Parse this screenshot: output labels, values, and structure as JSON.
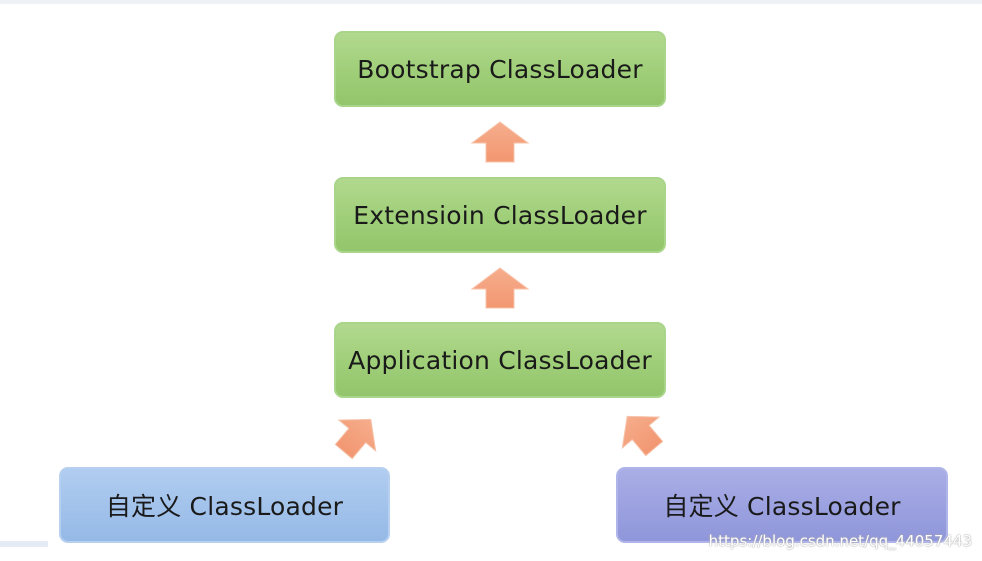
{
  "diagram": {
    "nodes": {
      "bootstrap": "Bootstrap ClassLoader",
      "extension": "Extensioin ClassLoader",
      "application": "Application ClassLoader",
      "custom_left": "自定义 ClassLoader",
      "custom_right": "自定义 ClassLoader"
    },
    "edges": [
      {
        "from": "extension",
        "to": "bootstrap"
      },
      {
        "from": "application",
        "to": "extension"
      },
      {
        "from": "custom_left",
        "to": "application"
      },
      {
        "from": "custom_right",
        "to": "application"
      }
    ]
  },
  "watermark": "https://blog.csdn.net/qq_44057443",
  "colors": {
    "green_node": "#9fce78",
    "blue_node": "#a0c1ea",
    "purple_node": "#9aa0df",
    "arrow": "#f4a07c"
  }
}
